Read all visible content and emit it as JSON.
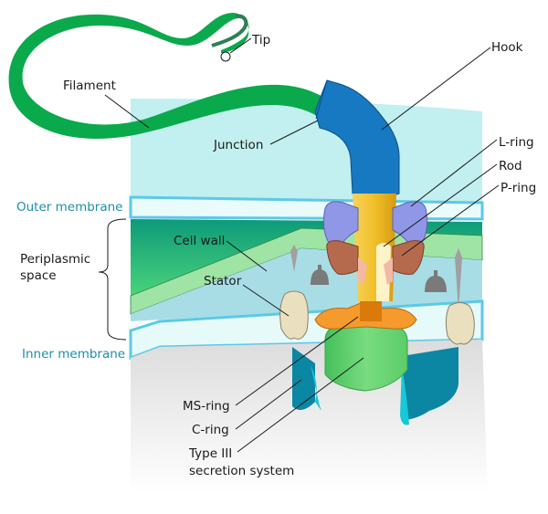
{
  "title": "Bacterial flagellum structure",
  "colors": {
    "filament": "#0aa94c",
    "filament_tip": "#2e7f55",
    "hook": "#1679c1",
    "rod": "#f2c230",
    "l_ring": "#8f97e6",
    "p_ring": "#b56a4e",
    "ms_ring": "#f59a2c",
    "c_ring": "#0b86a3",
    "type3": "#6fd474",
    "stator": "#eae0c0",
    "membrane_line": "#5cc9e6",
    "membrane_label": "#1e8ea8",
    "cell_wall_dark": "#1aa06e",
    "cell_wall_light": "#9fe3a5",
    "outer_bg": "#bfeeee",
    "cytoplasm": "#e6e6e6"
  },
  "labels": {
    "tip": "Tip",
    "filament": "Filament",
    "hook": "Hook",
    "junction": "Junction",
    "l_ring": "L-ring",
    "rod": "Rod",
    "p_ring": "P-ring",
    "outer_membrane": "Outer membrane",
    "periplasmic_line1": "Periplasmic",
    "periplasmic_line2": "space",
    "cell_wall": "Cell wall",
    "stator": "Stator",
    "inner_membrane": "Inner membrane",
    "ms_ring": "MS-ring",
    "c_ring": "C-ring",
    "type3_line1": "Type III",
    "type3_line2": "secretion system"
  }
}
